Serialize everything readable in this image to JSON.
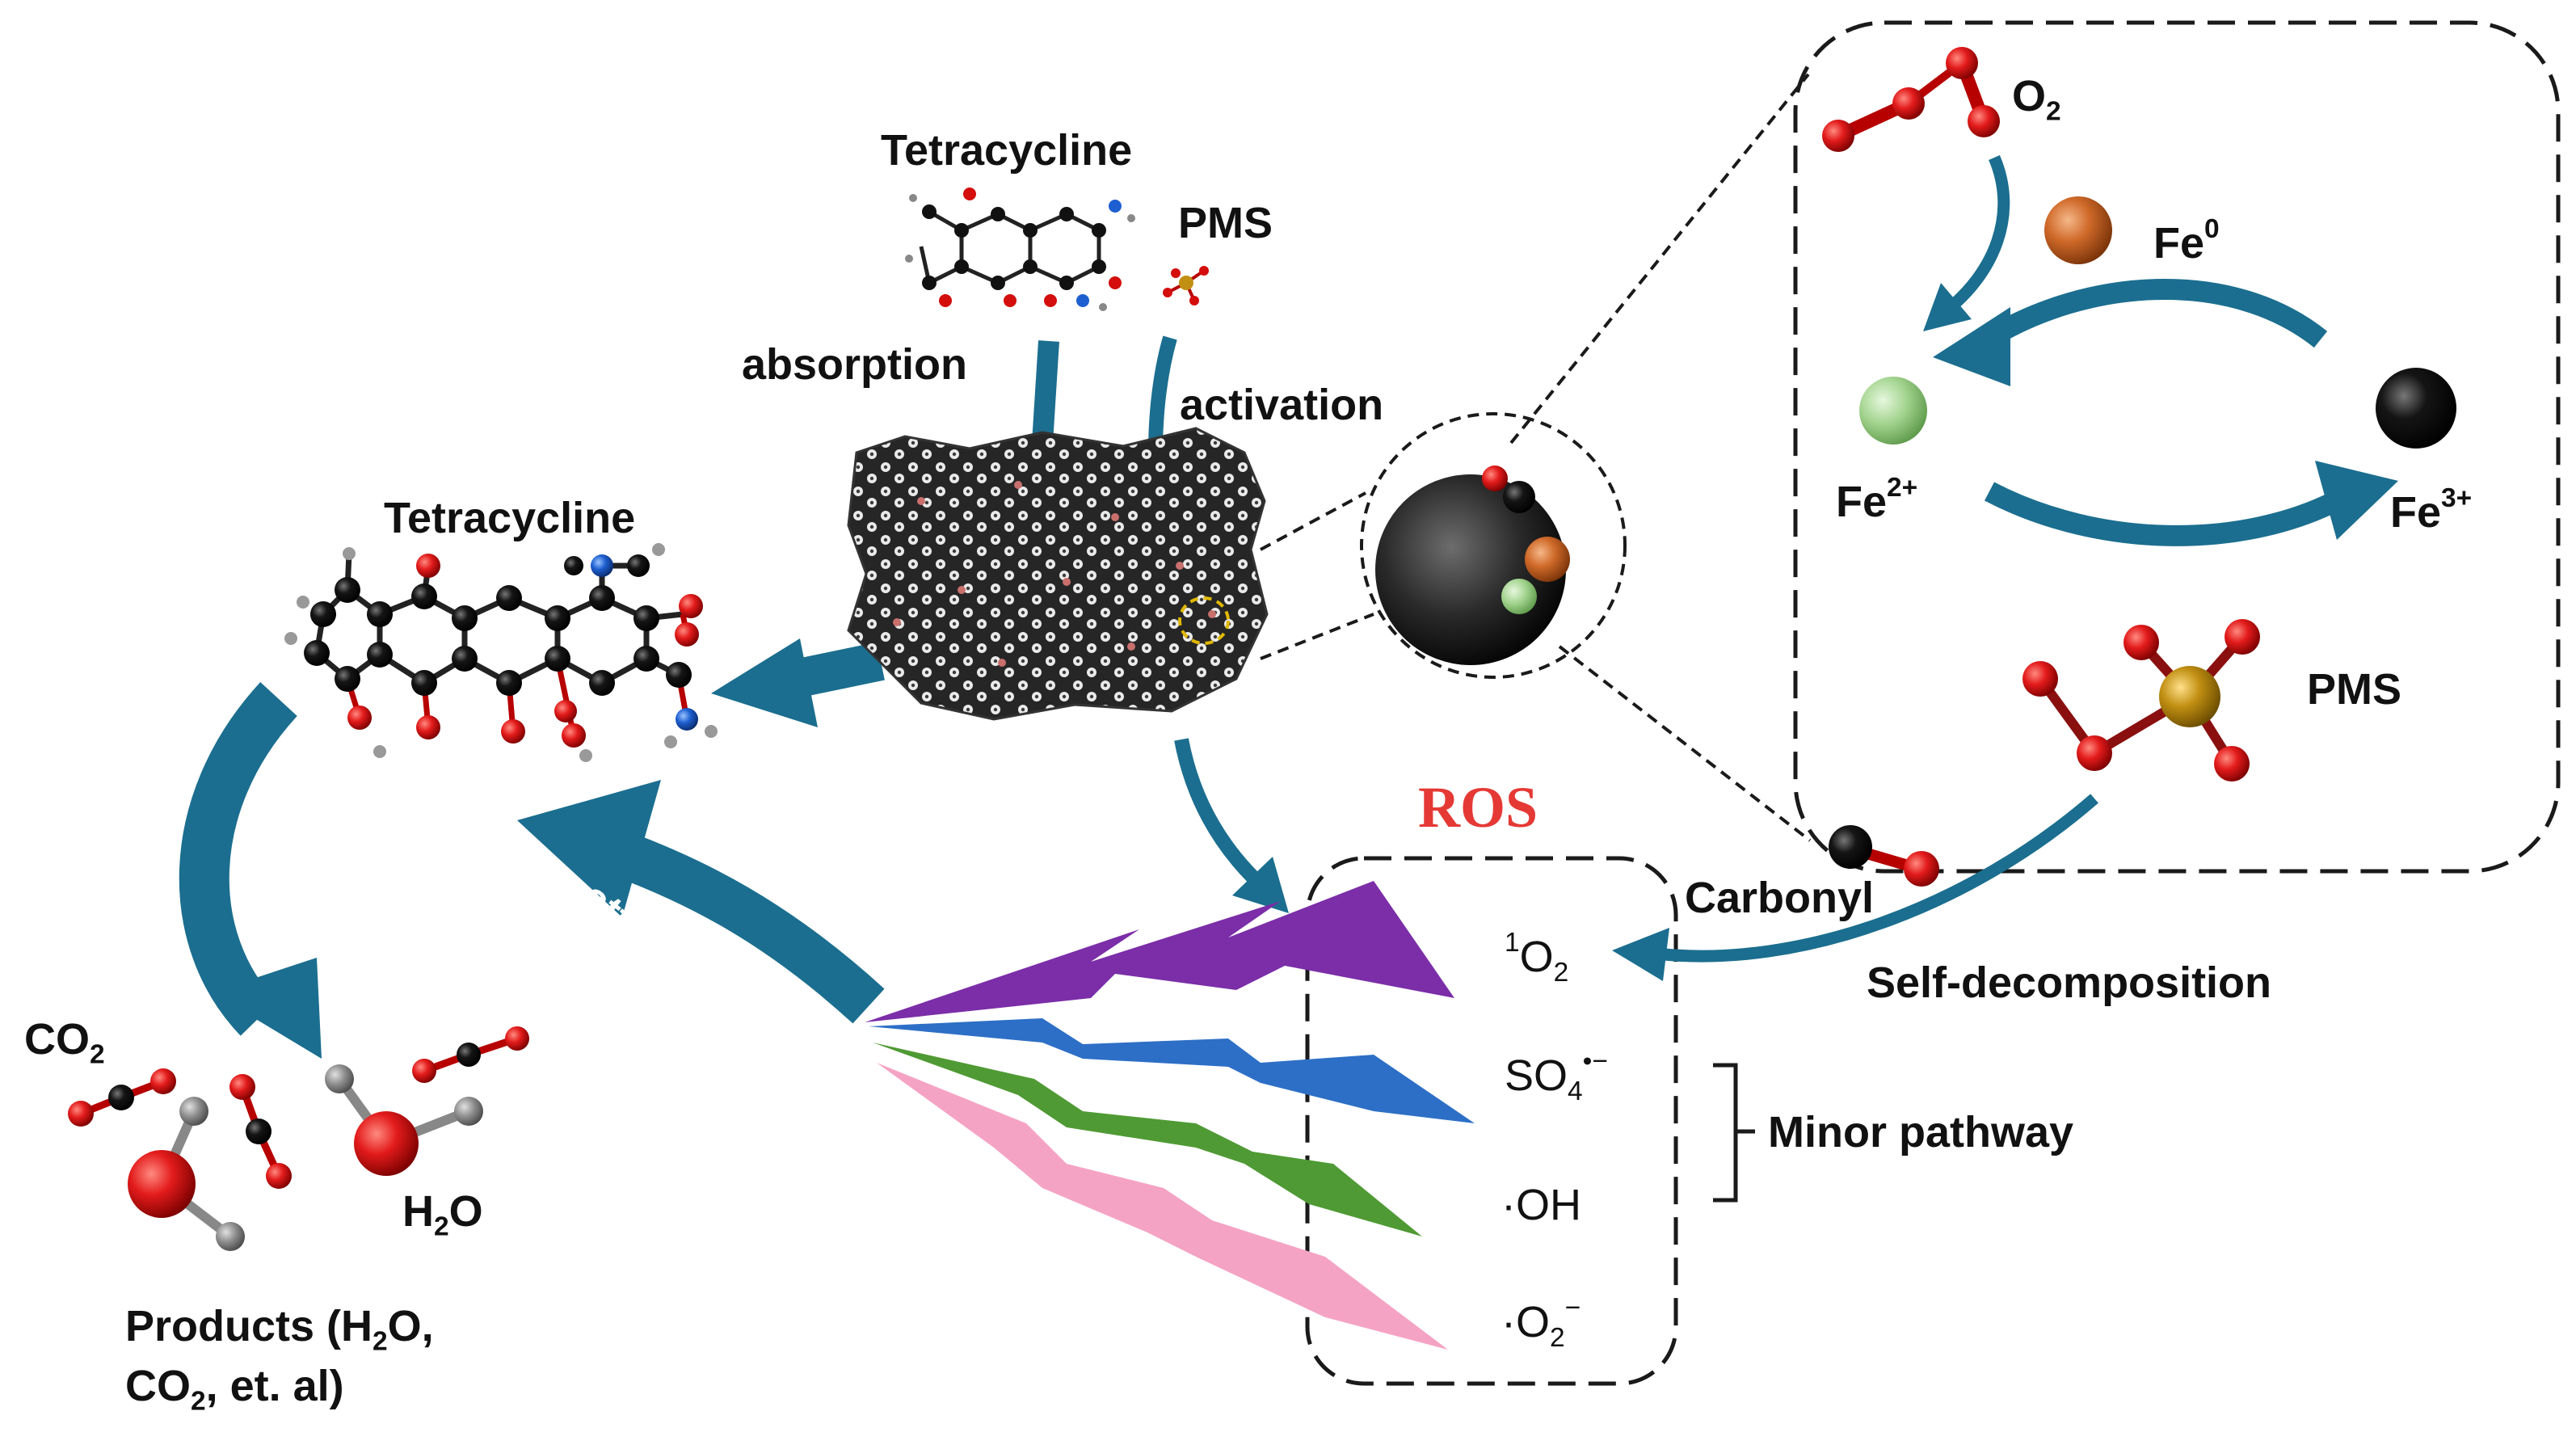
{
  "labels": {
    "tetracycline_top": "Tetracycline",
    "pms_top": "PMS",
    "absorption": "absorption",
    "activation": "activation",
    "tetracycline_left": "Tetracycline",
    "attract": "attract",
    "co2": "CO",
    "co2_sub": "2",
    "o2": "O",
    "o2_sub": "2",
    "fe0": "Fe",
    "fe0_sup": "0",
    "fe2": "Fe",
    "fe2_sup": "2+",
    "fe3": "Fe",
    "fe3_sup": "3+",
    "pms_right": "PMS",
    "carbonyl": "Carbonyl",
    "self_decomposition": "Self-decomposition",
    "h2o_h": "H",
    "h2o_sub": "2",
    "h2o_o": "O",
    "products_line1": "Products (H",
    "products_line1_sub": "2",
    "products_line1_end": "O,",
    "products_line2": "CO",
    "products_line2_sub": "2",
    "products_line2_end": ", et. al)",
    "ros": "ROS",
    "ros_singlet_sup": "1",
    "ros_singlet": "O",
    "ros_singlet_sub": "2",
    "ros_so4": "SO",
    "ros_so4_sub": "4",
    "ros_so4_sup": "•−",
    "ros_oh": "·OH",
    "ros_o2": "·O",
    "ros_o2_sub": "2",
    "ros_o2_sup": "−",
    "minor_pathway": "Minor pathway"
  },
  "colors": {
    "arrow": "#1b6e8f",
    "ros_title": "#e53935",
    "bolt_purple": "#7b2ea8",
    "bolt_blue": "#2d6fc6",
    "bolt_green": "#4f9a34",
    "bolt_pink": "#f5a3c4",
    "fe0": "#c8662a",
    "fe2": "#9ed08c",
    "fe3": "#000000",
    "oxygen": "#d40d0d",
    "sulfur": "#b8860b",
    "carbon": "#111111",
    "hydrogen": "#8a8a8a"
  }
}
